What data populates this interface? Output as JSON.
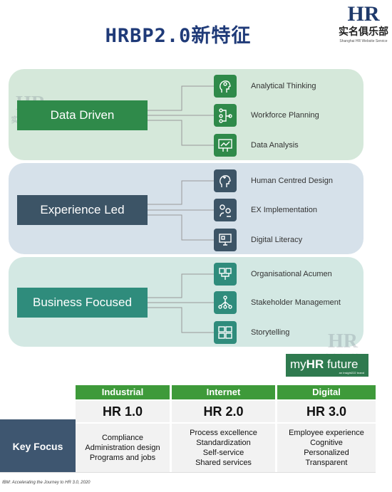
{
  "title": "HRBP2.0新特征",
  "logo": {
    "hr": "HR",
    "cn": "实名俱乐部",
    "tag": "Shanghai HR  Website  Service"
  },
  "watermark": {
    "hr": "HR",
    "cn": "实名俱乐部"
  },
  "groups": [
    {
      "label": "Data Driven",
      "skills": [
        "Analytical Thinking",
        "Workforce Planning",
        "Data Analysis"
      ],
      "icons": [
        "brain-head-icon",
        "workforce-tree-icon",
        "data-chart-icon"
      ]
    },
    {
      "label": "Experience Led",
      "skills": [
        "Human Centred Design",
        "EX Implementation",
        "Digital Literacy"
      ],
      "icons": [
        "idea-head-icon",
        "gears-person-icon",
        "computer-icon"
      ]
    },
    {
      "label": "Business Focused",
      "skills": [
        "Organisational Acumen",
        "Stakeholder Management",
        "Storytelling"
      ],
      "icons": [
        "organisation-icon",
        "network-people-icon",
        "storyboard-icon"
      ]
    }
  ],
  "colors": {
    "dd_panel": "#d5e8da",
    "dd_box": "#2f8a4a",
    "dd_icon": "#2f8a4a",
    "el_panel": "#d6e1ea",
    "el_box": "#3c5466",
    "el_icon": "#3c5466",
    "bf_panel": "#d3e8e3",
    "bf_box": "#2f8c7c",
    "bf_icon": "#2f8c7c"
  },
  "brand": {
    "main_prefix": "my",
    "main_hr": "HR",
    "main_suffix": " future",
    "sub": "an Insight222 brand"
  },
  "table": {
    "headers": [
      "Industrial",
      "Internet",
      "Digital"
    ],
    "versions": [
      "HR 1.0",
      "HR 2.0",
      "HR 3.0"
    ],
    "row_label": "Key Focus",
    "cells": [
      [
        "Compliance",
        "Administration design",
        "Programs and jobs"
      ],
      [
        "Process excellence",
        "Standardization",
        "Self-service",
        "Shared services"
      ],
      [
        "Employee experience",
        "Cognitive",
        "Personalized",
        "Transparent"
      ]
    ]
  },
  "source": "IBM: Accelerating the Journey to HR 3.0, 2020"
}
